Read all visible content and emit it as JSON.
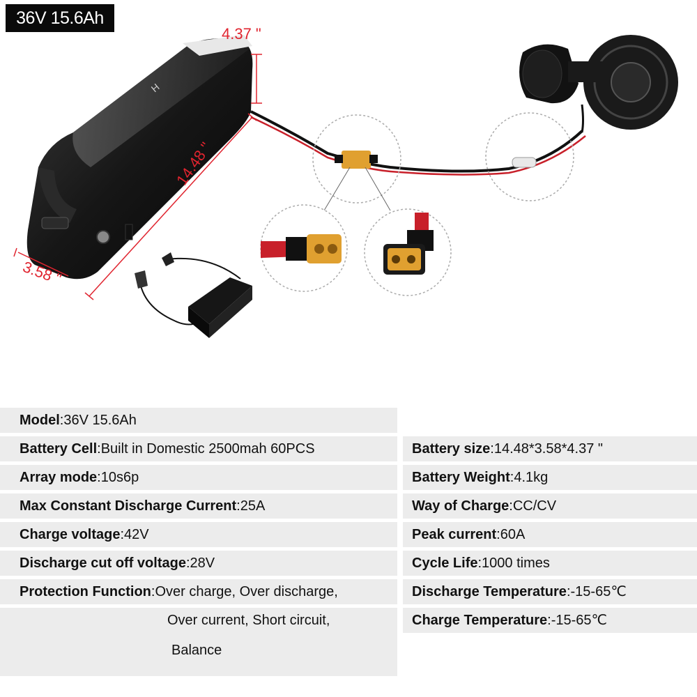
{
  "badge": "36V 15.6Ah",
  "dimensions": {
    "width": "4.37 \"",
    "length": "14.48 \"",
    "height": "3.58 \""
  },
  "specs_left": [
    {
      "label": "Model",
      "value": "36V 15.6Ah"
    },
    {
      "label": "Battery Cell",
      "value": "Built in Domestic 2500mah 60PCS"
    },
    {
      "label": "Array mode",
      "value": "10s6p"
    },
    {
      "label": "Max Constant Discharge Current",
      "value": "25A"
    },
    {
      "label": "Charge voltage",
      "value": "42V"
    },
    {
      "label": "Discharge cut off voltage",
      "value": "28V"
    },
    {
      "label": "Protection Function",
      "value": "Over charge, Over discharge,"
    }
  ],
  "protection_continued": [
    "Over current, Short circuit,",
    "Balance"
  ],
  "specs_right": [
    {
      "label": "Battery size",
      "value": "14.48*3.58*4.37 \""
    },
    {
      "label": "Battery Weight",
      "value": "4.1kg"
    },
    {
      "label": "Way of Charge",
      "value": "CC/CV"
    },
    {
      "label": "Peak current",
      "value": "60A"
    },
    {
      "label": "Cycle Life",
      "value": "1000 times"
    },
    {
      "label": "Discharge Temperature",
      "value": "-15-65℃"
    },
    {
      "label": "Charge Temperature",
      "value": "-15-65℃"
    }
  ],
  "colors": {
    "dimension": "#e0242f",
    "row_bg": "#ececec",
    "badge_bg": "#0a0a0a",
    "connector": "#e0a030"
  }
}
